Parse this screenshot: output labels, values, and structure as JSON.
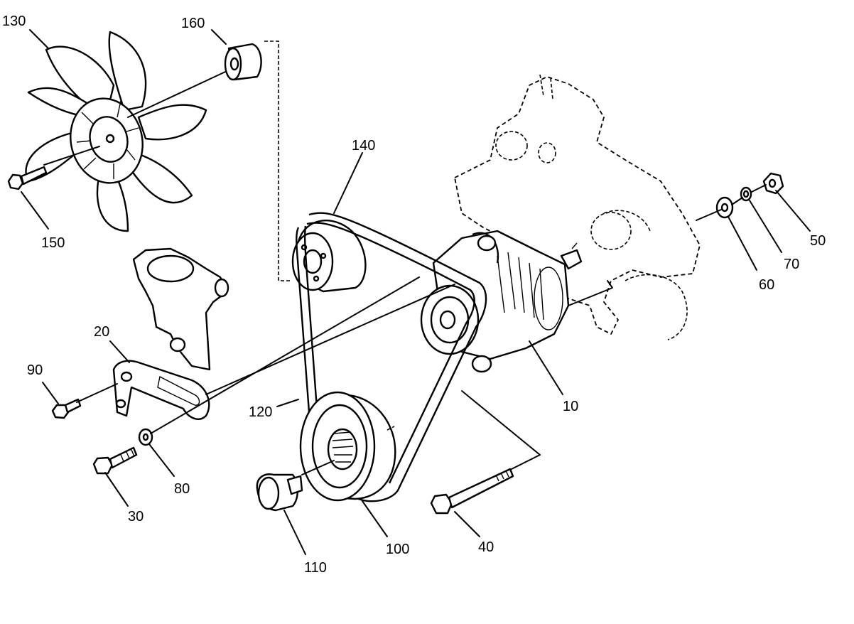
{
  "diagram": {
    "callouts": [
      {
        "id": "130",
        "label": "130"
      },
      {
        "id": "160",
        "label": "160"
      },
      {
        "id": "150",
        "label": "150"
      },
      {
        "id": "140",
        "label": "140"
      },
      {
        "id": "20",
        "label": "20"
      },
      {
        "id": "90",
        "label": "90"
      },
      {
        "id": "120",
        "label": "120"
      },
      {
        "id": "10",
        "label": "10"
      },
      {
        "id": "80",
        "label": "80"
      },
      {
        "id": "30",
        "label": "30"
      },
      {
        "id": "110",
        "label": "110"
      },
      {
        "id": "100",
        "label": "100"
      },
      {
        "id": "40",
        "label": "40"
      },
      {
        "id": "60",
        "label": "60"
      },
      {
        "id": "70",
        "label": "70"
      },
      {
        "id": "50",
        "label": "50"
      }
    ]
  }
}
